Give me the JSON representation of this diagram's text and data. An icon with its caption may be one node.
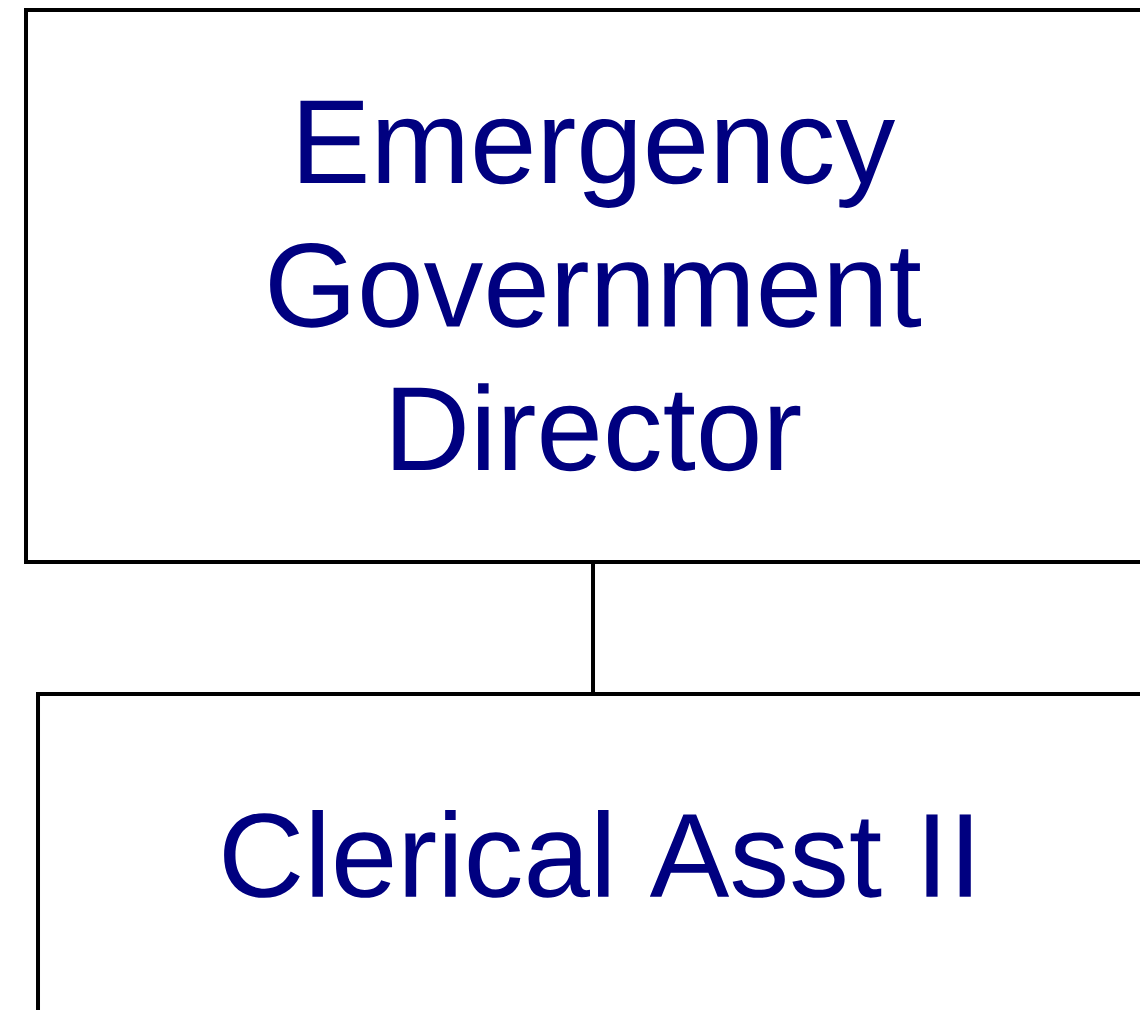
{
  "diagram": {
    "nodes": [
      {
        "text": [
          "Emergency Government Director"
        ]
      },
      {
        "text": [
          "Clerical Asst II"
        ]
      }
    ],
    "edges": [
      {
        "from": 0,
        "to": 1,
        "arrow": "none"
      }
    ]
  }
}
